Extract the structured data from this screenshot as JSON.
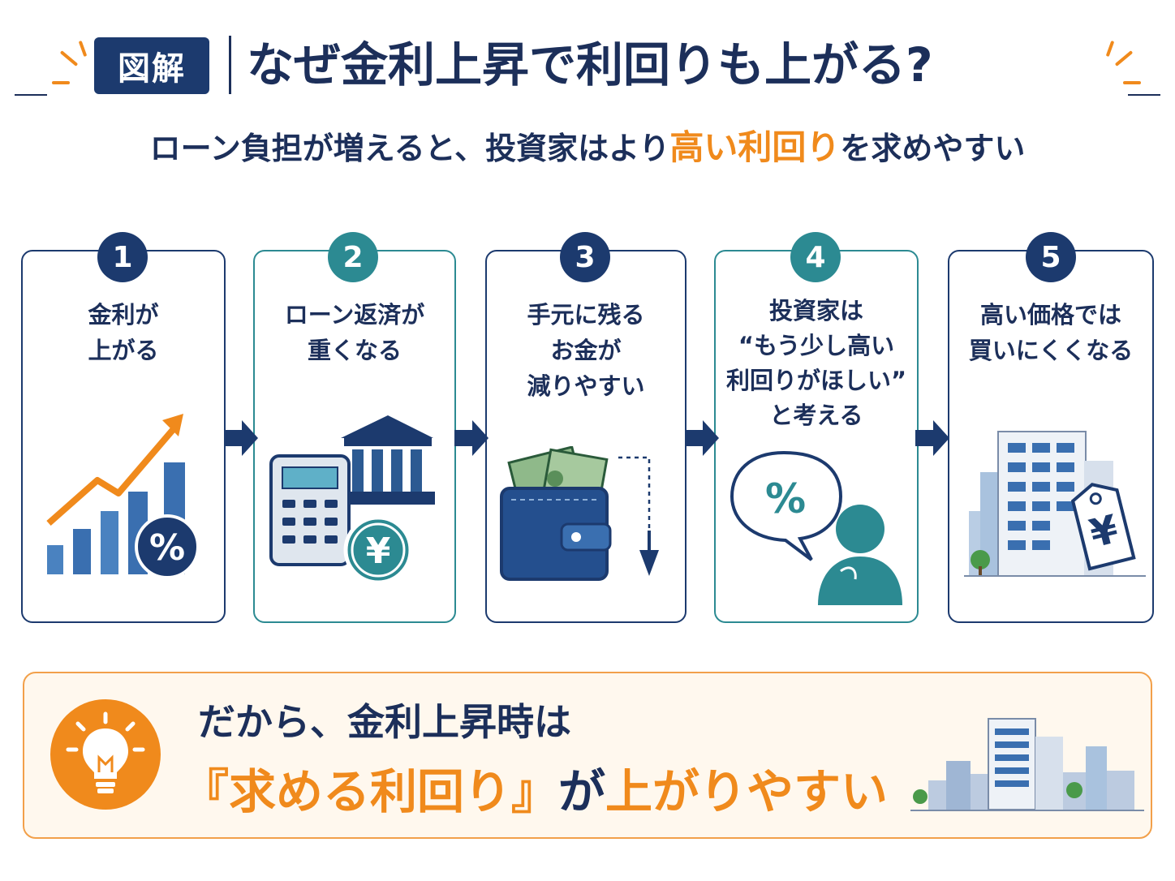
{
  "header": {
    "badge": "図解",
    "title": "なぜ金利上昇で利回りも上がる?",
    "subtitle_before": "ローン負担が増えると、投資家はより",
    "subtitle_highlight": "高い利回り",
    "subtitle_after": "を求めやすい"
  },
  "steps": [
    {
      "number": "1",
      "lines": [
        "金利が",
        "上がる"
      ],
      "icon": "rising-bar-chart-percent-icon"
    },
    {
      "number": "2",
      "lines": [
        "ローン返済が",
        "重くなる"
      ],
      "icon": "calculator-bank-yen-icon"
    },
    {
      "number": "3",
      "lines": [
        "手元に残る",
        "お金が",
        "減りやすい"
      ],
      "icon": "wallet-down-arrow-icon"
    },
    {
      "number": "4",
      "lines": [
        "投資家は",
        "“もう少し高い",
        "利回りがほしい”",
        "と考える"
      ],
      "icon": "investor-thinking-percent-icon"
    },
    {
      "number": "5",
      "lines": [
        "高い価格では",
        "買いにくくなる"
      ],
      "icon": "building-yen-price-tag-icon"
    }
  ],
  "conclusion": {
    "line1": "だから、金利上昇時は",
    "line2_highlight": "『求める利回り』",
    "line2_mid": "が",
    "line2_highlight2": "上がりやすい",
    "icon": "lightbulb-icon"
  },
  "colors": {
    "navy": "#1c3a6e",
    "teal": "#2c8a92",
    "orange": "#f08a1c",
    "cream": "#fff8ee"
  }
}
